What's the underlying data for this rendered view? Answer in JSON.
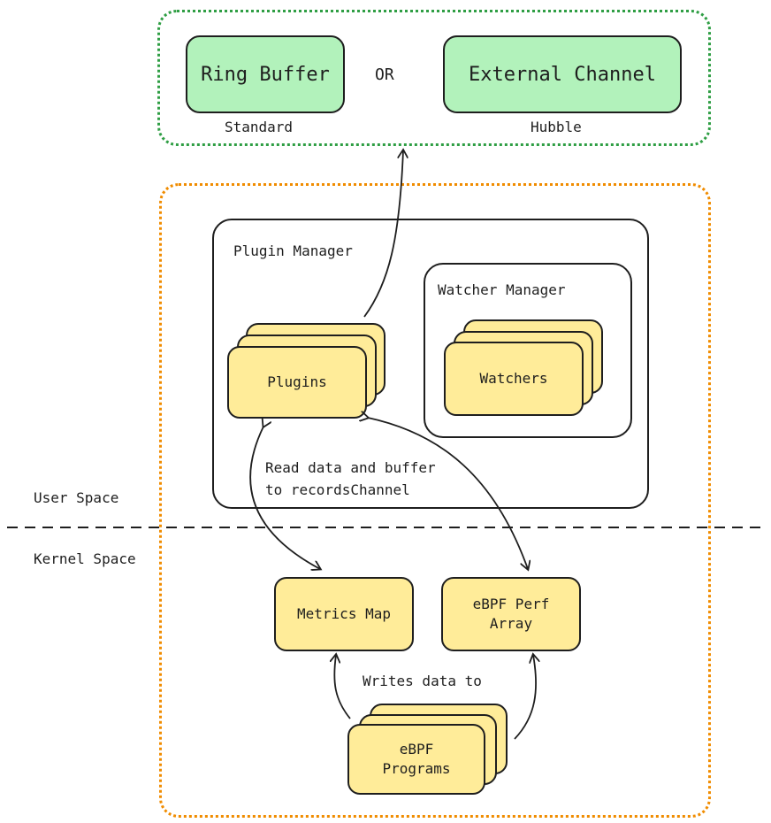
{
  "outputs": {
    "ring_buffer": "Ring Buffer",
    "or_label": "OR",
    "external_channel": "External Channel",
    "standard": "Standard",
    "hubble": "Hubble"
  },
  "user_space": {
    "label": "User Space",
    "plugin_manager": "Plugin Manager",
    "watcher_manager": "Watcher Manager",
    "plugins": "Plugins",
    "watchers": "Watchers",
    "read_note_line1": "Read data and buffer",
    "read_note_line2": "to recordsChannel"
  },
  "kernel_space": {
    "label": "Kernel Space",
    "metrics_map": "Metrics Map",
    "perf_array_line1": "eBPF Perf",
    "perf_array_line2": "Array",
    "writes_note": "Writes data to",
    "programs_line1": "eBPF",
    "programs_line2": "Programs"
  },
  "colors": {
    "output_fill": "#b2f2bb",
    "component_fill": "#ffec99",
    "output_region": "#2f9e44",
    "runtime_region": "#f08c00"
  }
}
